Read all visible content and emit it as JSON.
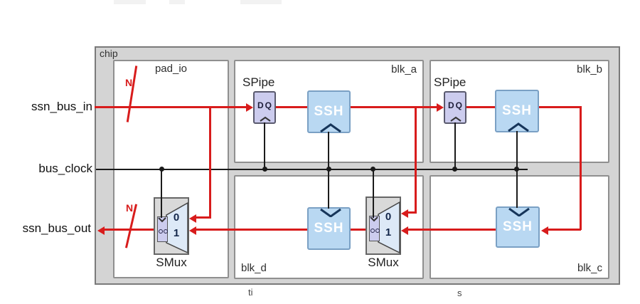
{
  "chip": {
    "label": "chip"
  },
  "ports": {
    "bus_in": "ssn_bus_in",
    "clock": "bus_clock",
    "bus_out": "ssn_bus_out"
  },
  "bus_width": {
    "label": "N"
  },
  "blocks": {
    "pad_io": "pad_io",
    "blk_a": "blk_a",
    "blk_b": "blk_b",
    "blk_c": "blk_c",
    "blk_d": "blk_d"
  },
  "components": {
    "spipe_label": "SPipe",
    "ssh_label": "SSH",
    "smux_label": "SMux",
    "mux_input0": "0",
    "mux_input1": "1",
    "ff_d": "D",
    "ff_q": "Q"
  },
  "cutoff_text": {
    "left": "ti",
    "right": "s"
  },
  "colors": {
    "wire_red": "#d81c1c",
    "wire_black": "#1b1b1b",
    "ssh_fill": "#b9d8f2",
    "ssh_border": "#7aa0c4",
    "ff_fill": "#ccccee",
    "mux_fill": "#dde9f7",
    "chip_fill": "#d4d4d4",
    "box_border": "#8f8f8f"
  }
}
